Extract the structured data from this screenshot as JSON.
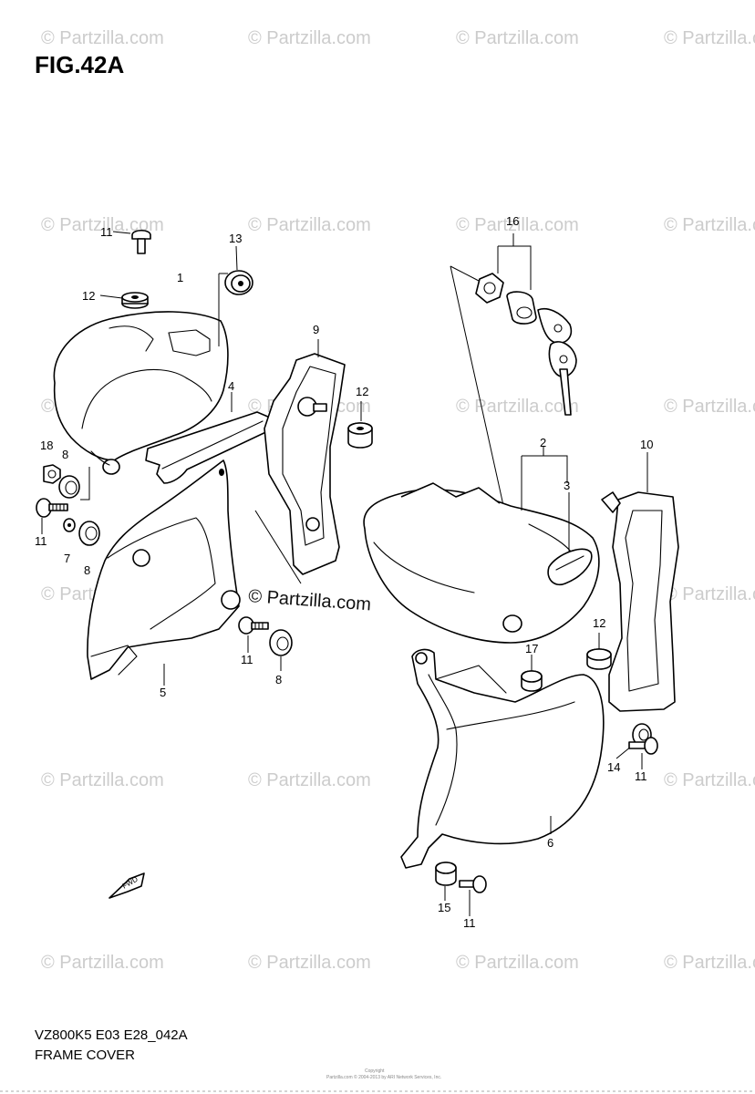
{
  "figure_title": "FIG.42A",
  "model_code": "VZ800K5 E03 E28_042A",
  "section_name": "FRAME COVER",
  "watermark_text": "© Partzilla.com",
  "copyright_line_1": "Copyright",
  "copyright_line_2": "Partzilla.com © 2004-2013 by ARI Network Services, Inc.",
  "fwd_label": "FWD",
  "callouts": [
    "1",
    "2",
    "3",
    "4",
    "5",
    "6",
    "7",
    "8",
    "8",
    "8",
    "9",
    "10",
    "11",
    "11",
    "11",
    "11",
    "11",
    "12",
    "12",
    "12",
    "13",
    "14",
    "15",
    "16",
    "17",
    "18"
  ],
  "colors": {
    "ink": "#000000",
    "watermark": "#cccccc",
    "background": "#ffffff"
  }
}
